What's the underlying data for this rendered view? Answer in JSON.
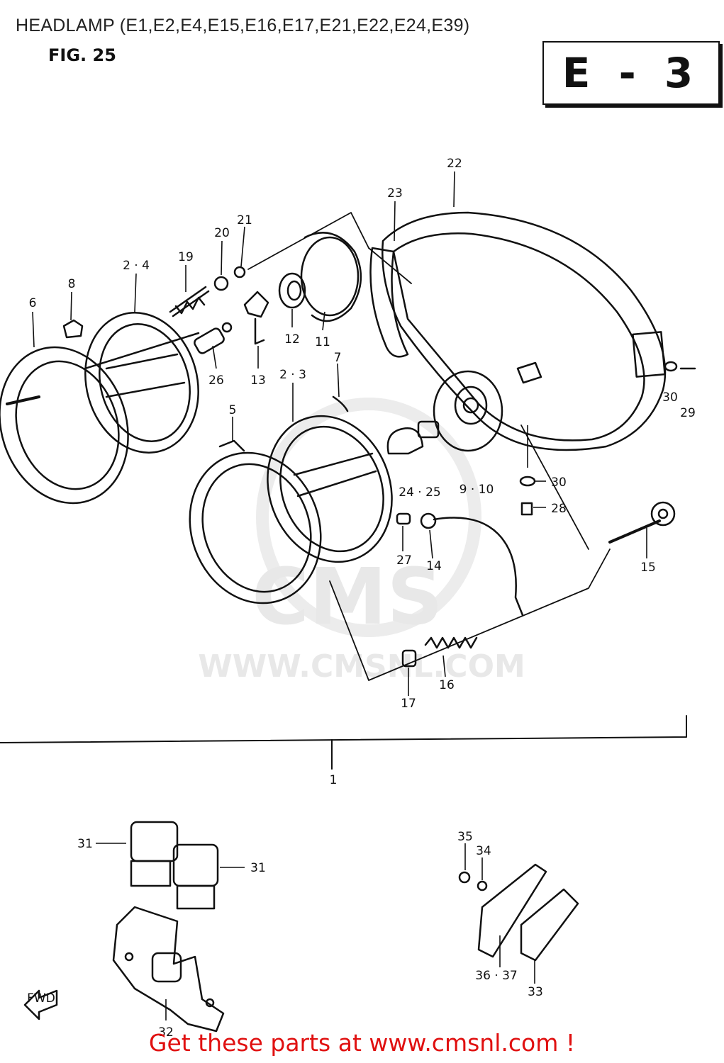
{
  "header": {
    "title": "HEADLAMP (E1,E2,E4,E15,E16,E17,E21,E22,E24,E39)",
    "figure": "FIG. 25",
    "section": "E - 3"
  },
  "watermark": {
    "brand": "CMS",
    "url": "WWW.CMSNL.COM"
  },
  "parts": {
    "p1": "1",
    "p6": "6",
    "p8": "8",
    "p2_4": "2 · 4",
    "p19": "19",
    "p20": "20",
    "p21": "21",
    "p26": "26",
    "p13": "13",
    "p12": "12",
    "p11": "11",
    "p23": "23",
    "p22": "22",
    "p7": "7",
    "p2_3": "2 · 3",
    "p5": "5",
    "p30a": "30",
    "p29": "29",
    "p30b": "30",
    "p28": "28",
    "p24_25": "24 · 25",
    "p9_10": "9 · 10",
    "p27": "27",
    "p14": "14",
    "p15": "15",
    "p16": "16",
    "p17": "17",
    "p31a": "31",
    "p31b": "31",
    "p32": "32",
    "p35": "35",
    "p34": "34",
    "p36_37": "36 · 37",
    "p33": "33",
    "fwd": "FWD"
  },
  "footer": {
    "cta": "Get these parts at www.cmsnl.com !"
  },
  "colors": {
    "ink": "#111111",
    "cta": "#e01010",
    "watermark": "#e8e8e8"
  }
}
